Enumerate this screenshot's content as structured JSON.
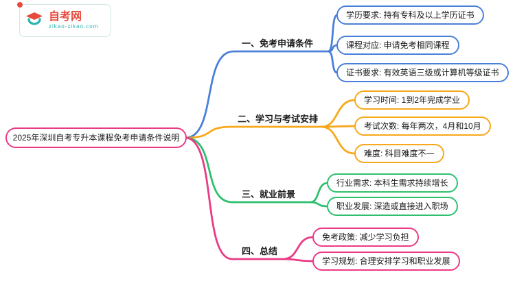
{
  "logo": {
    "name": "自考网",
    "domain": "zikao-zikao.com",
    "name_color": "#e64a3c",
    "domain_color": "#2bb3ad",
    "icon": "graduation-cap-book-icon"
  },
  "root": {
    "label": "2025年深圳自考专升本课程免考申请条件说明",
    "color": "#ea3a86"
  },
  "branches": [
    {
      "label": "一、免考申请条件",
      "color": "#4a80d9",
      "children": [
        "学历要求: 持有专科及以上学历证书",
        "课程对应: 申请免考相同课程",
        "证书要求: 有效英语三级或计算机等级证书"
      ]
    },
    {
      "label": "二、学习与考试安排",
      "color": "#f7a81b",
      "children": [
        "学习时间: 1到2年完成学业",
        "考试次数: 每年两次，4月和10月",
        "难度: 科目难度不一"
      ]
    },
    {
      "label": "三、就业前景",
      "color": "#2ec06e",
      "children": [
        "行业需求: 本科生需求持续增长",
        "职业发展: 深造或直接进入职场"
      ]
    },
    {
      "label": "四、总结",
      "color": "#ea3a86",
      "children": [
        "免考政策: 减少学习负担",
        "学习规划: 合理安排学习和职业发展"
      ]
    }
  ]
}
